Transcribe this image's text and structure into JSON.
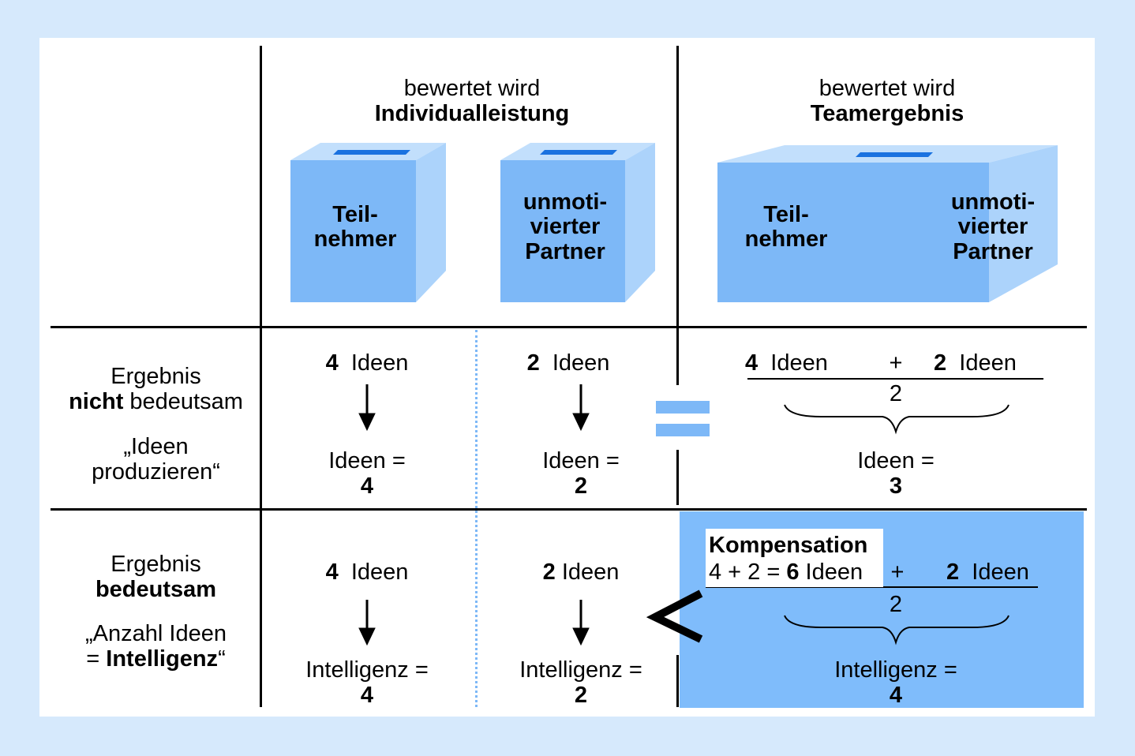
{
  "header": {
    "col1_line1": "bewertet wird",
    "col1_line2": "Individualleistung",
    "col2_line1": "bewertet wird",
    "col2_line2": "Teamergebnis"
  },
  "boxes": {
    "participant_line1": "Teil-",
    "participant_line2": "nehmer",
    "partner_line1": "unmoti-",
    "partner_line2": "vierter",
    "partner_line3": "Partner"
  },
  "row1": {
    "label_line1": "Ergebnis",
    "label_bold": "nicht",
    "label_rest": " bedeutsam",
    "label_q1": "„Ideen",
    "label_q2": "produzieren“",
    "ind_num": "4",
    "ind_unit": "Ideen",
    "ind_result_label": "Ideen =",
    "ind_result_value": "4",
    "par_num": "2",
    "par_unit": "Ideen",
    "par_result_label": "Ideen =",
    "par_result_value": "2",
    "team_a_num": "4",
    "team_a_unit": "Ideen",
    "team_plus": "+",
    "team_b_num": "2",
    "team_b_unit": "Ideen",
    "team_divisor": "2",
    "team_result_label": "Ideen =",
    "team_result_value": "3",
    "relation_symbol": "="
  },
  "row2": {
    "label_line1": "Ergebnis",
    "label_line2": "bedeutsam",
    "label_q1": "„Anzahl Ideen",
    "label_q2_pre": "= ",
    "label_q2_bold": "Intelligenz",
    "label_q2_post": "“",
    "ind_num": "4",
    "ind_unit": "Ideen",
    "ind_result_label": "Intelligenz =",
    "ind_result_value": "4",
    "par_num": "2",
    "par_unit": "Ideen",
    "par_result_label": "Intelligenz =",
    "par_result_value": "2",
    "komp_title": "Kompensation",
    "komp_pre": "4 + 2 = ",
    "komp_bold": "6",
    "komp_post": " Ideen",
    "team_plus": "+",
    "team_b_num": "2",
    "team_b_unit": "Ideen",
    "team_divisor": "2",
    "team_result_label": "Intelligenz =",
    "team_result_value": "4",
    "relation_symbol": "<"
  },
  "colors": {
    "background": "#d6e9fc",
    "box_front": "#7db8f7",
    "box_side": "#acd3fb",
    "box_top": "#c2dffc",
    "slot": "#1a72e0",
    "highlight": "#7fbcfb",
    "equals": "#7db8f7"
  }
}
